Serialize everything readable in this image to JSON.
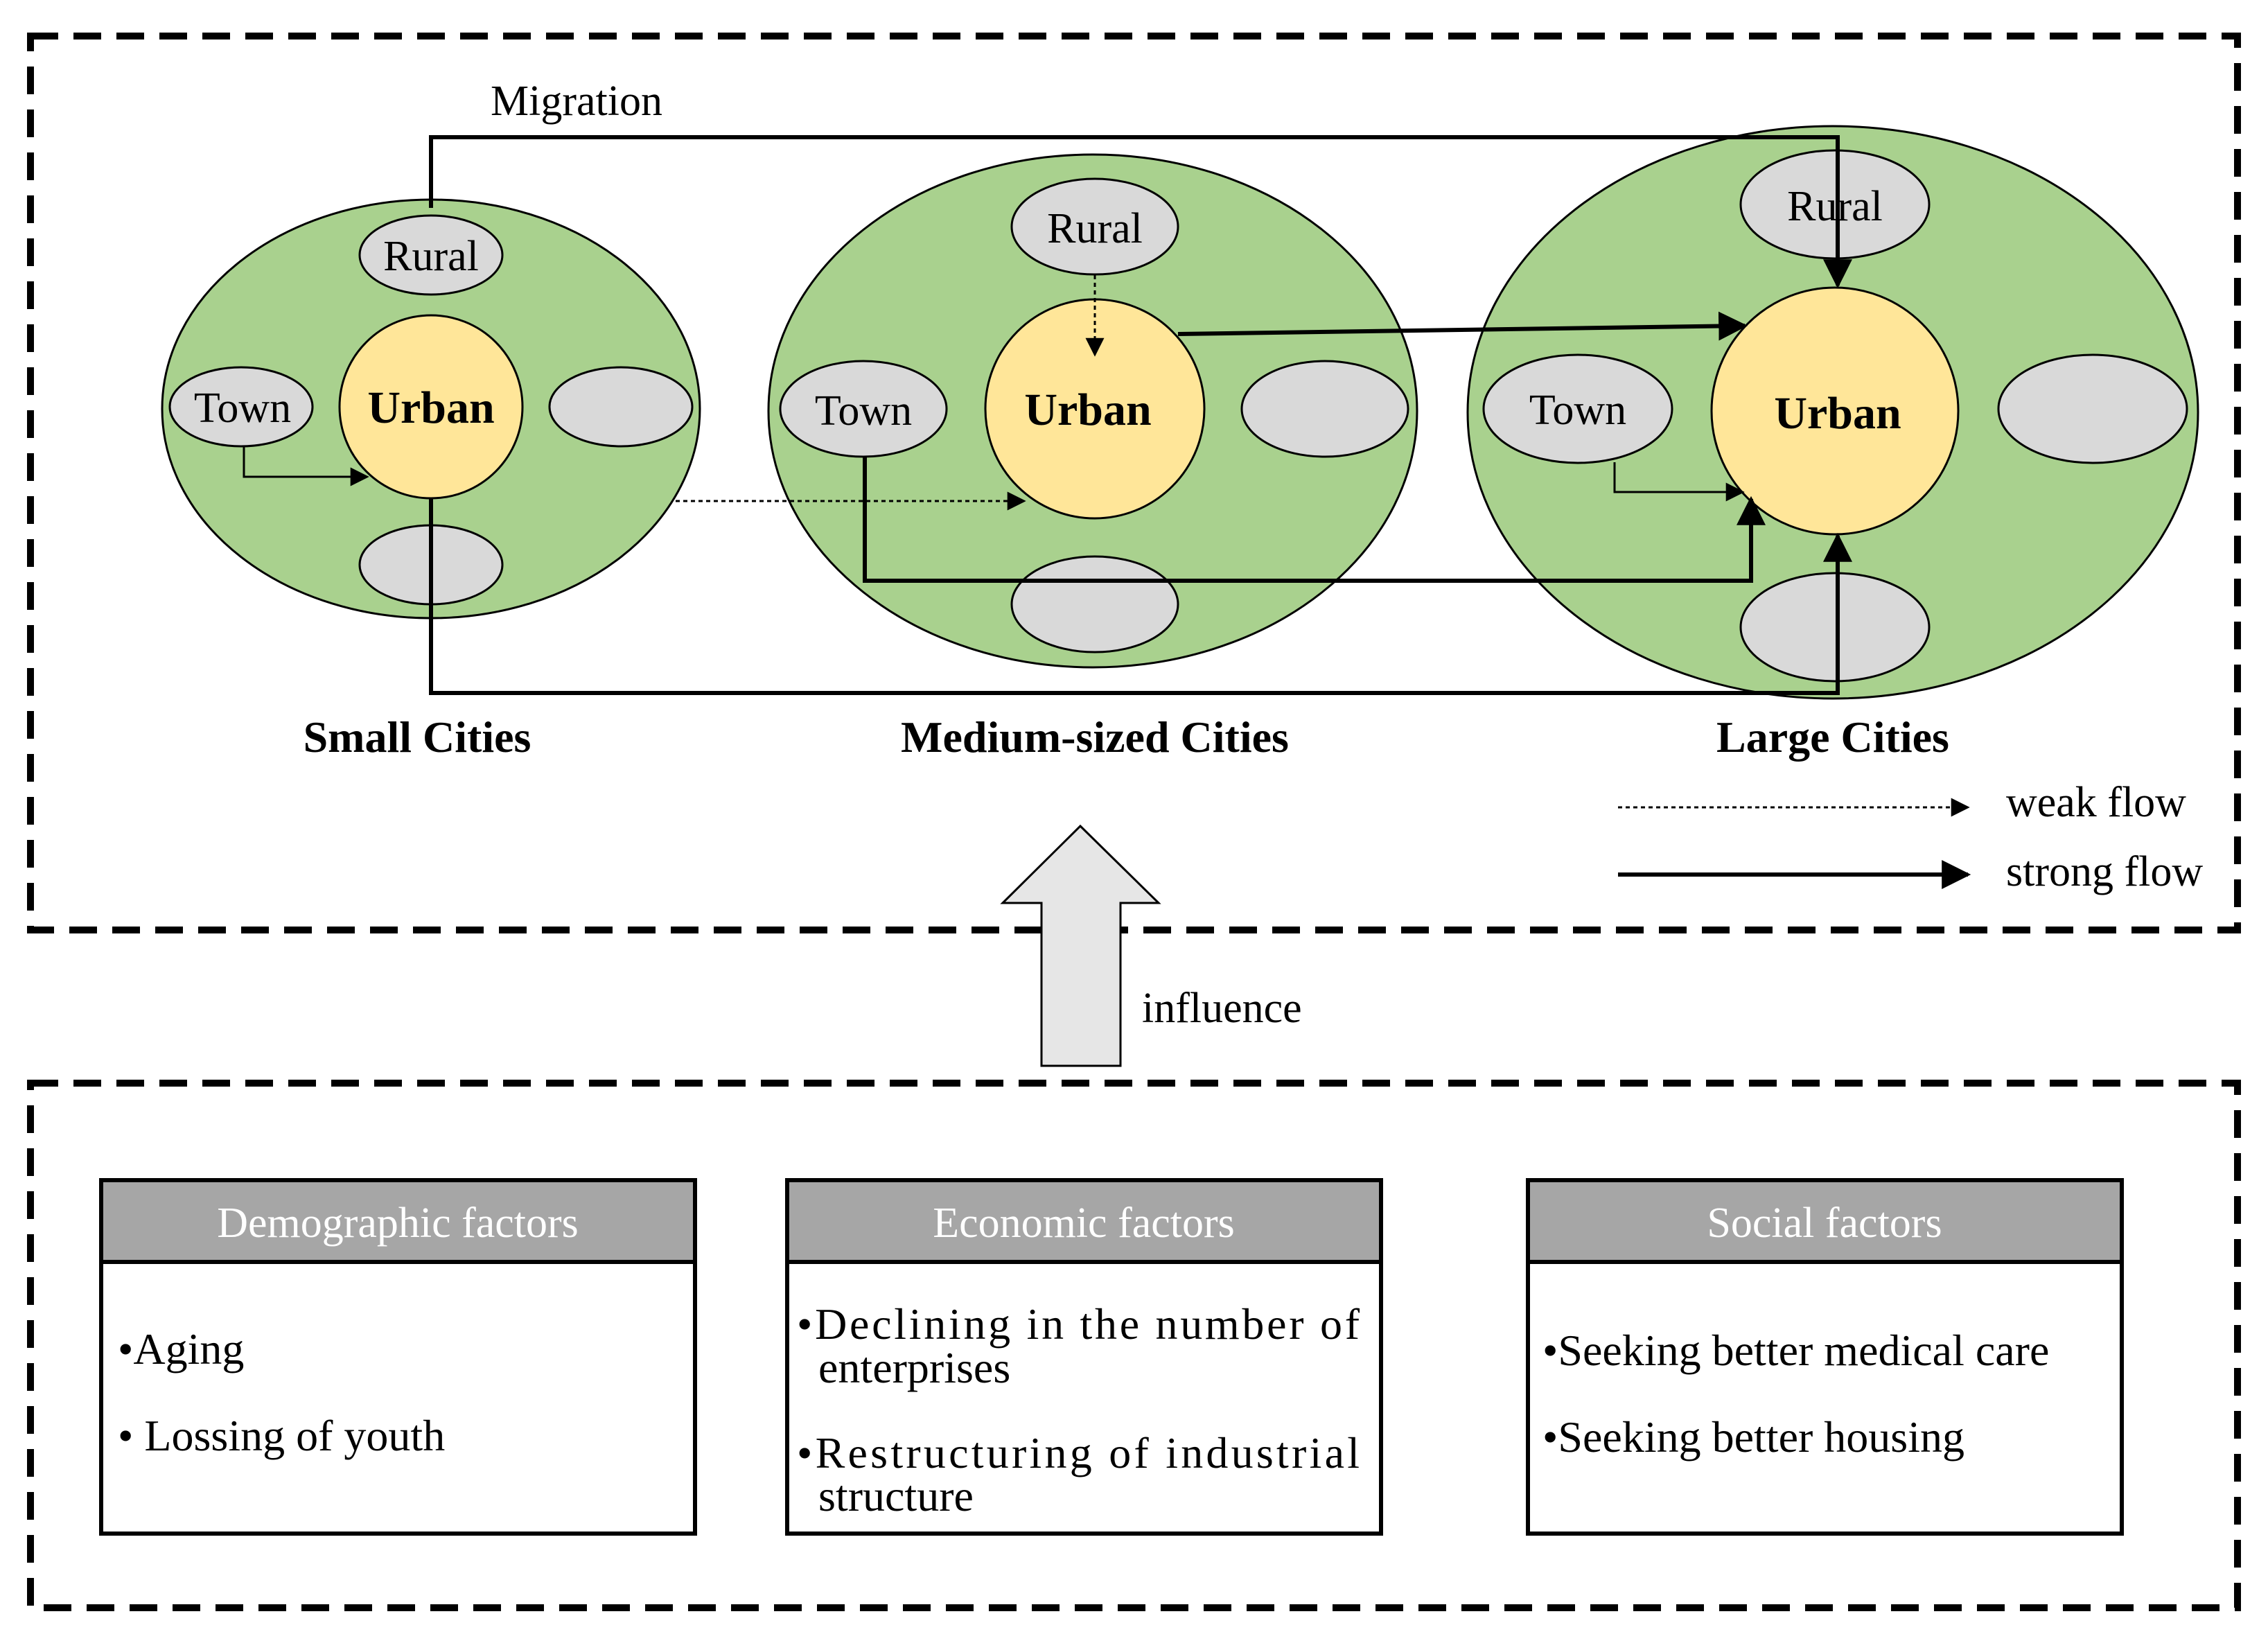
{
  "diagram": {
    "migration_label": "Migration",
    "influence_label": "influence",
    "node_rural": "Rural",
    "node_town": "Town",
    "node_urban": "Urban",
    "cities": {
      "small": "Small Cities",
      "medium": "Medium-sized Cities",
      "large": "Large Cities"
    },
    "legend": {
      "weak": "weak flow",
      "strong": "strong flow"
    },
    "colors": {
      "city_fill": "#a9d18e",
      "urban_fill": "#ffe699",
      "node_fill": "#d9d9d9",
      "header_fill": "#a6a6a6"
    }
  },
  "factors": [
    {
      "title": "Demographic factors",
      "items": [
        {
          "lines": [
            "•Aging"
          ]
        },
        {
          "lines": [
            "• Lossing of youth"
          ]
        }
      ]
    },
    {
      "title": "Economic factors",
      "items": [
        {
          "lines": [
            "•Declining in the number of",
            "enterprises"
          ]
        },
        {
          "lines": [
            "•Restructuring of industrial",
            "structure"
          ]
        }
      ]
    },
    {
      "title": "Social factors",
      "items": [
        {
          "lines": [
            "•Seeking better medical care"
          ]
        },
        {
          "lines": [
            "•Seeking better housing"
          ]
        }
      ]
    }
  ]
}
